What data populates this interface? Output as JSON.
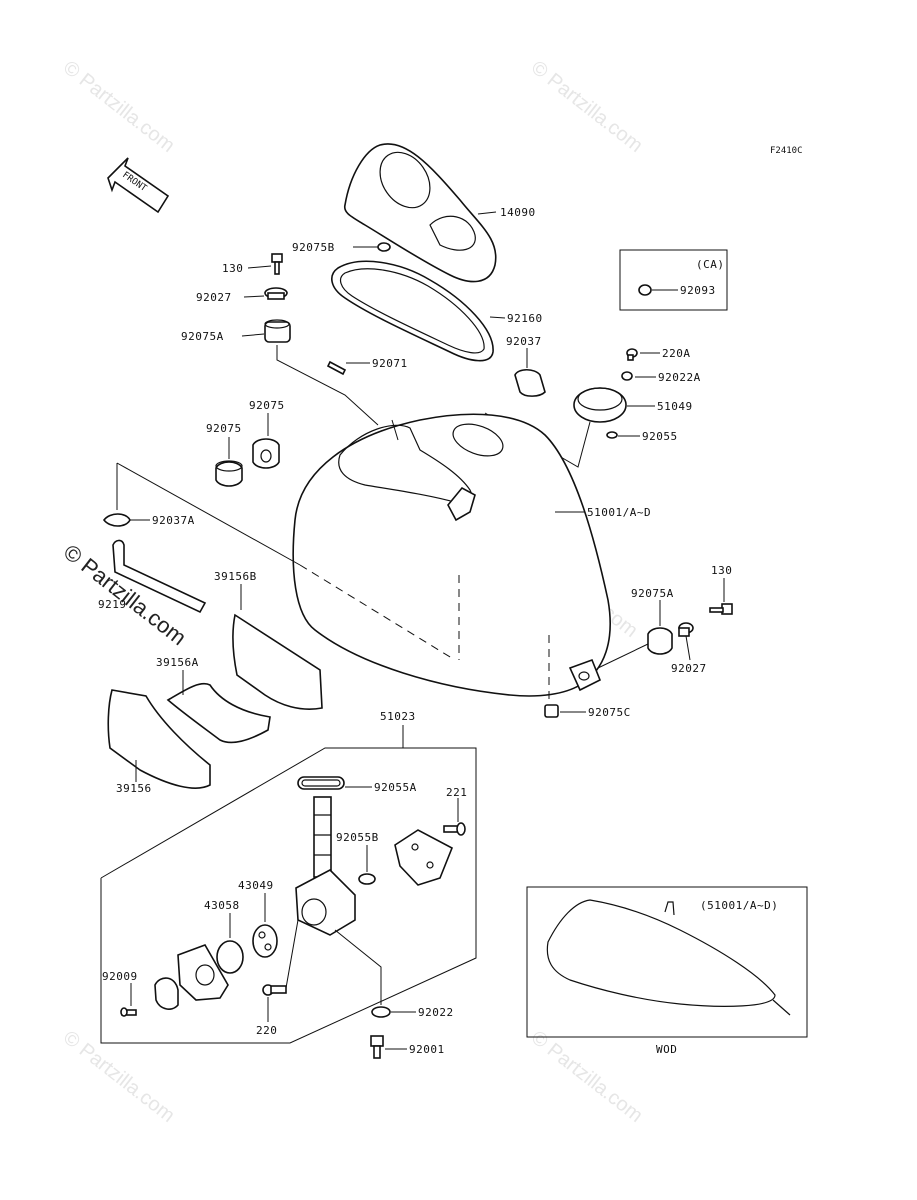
{
  "figure_code": "F2410C",
  "front_label": "FRONT",
  "watermark": "© Partzilla.com",
  "part_labels": {
    "p14090": "14090",
    "p92075B": "92075B",
    "p130_top": "130",
    "p92027_top": "92027",
    "p92075A_top": "92075A",
    "p92160": "92160",
    "p92037": "92037",
    "p92071": "92071",
    "p220A": "220A",
    "p92022A": "92022A",
    "p51049": "51049",
    "p92055": "92055",
    "p92075_1": "92075",
    "p92075_2": "92075",
    "p92037A": "92037A",
    "p51001": "51001/A~D",
    "p9219": "9219",
    "p39156B": "39156B",
    "p39156A": "39156A",
    "p39156": "39156",
    "p92075A_right": "92075A",
    "p130_right": "130",
    "p92027_right": "92027",
    "p92075C": "92075C",
    "p51023": "51023",
    "p92055A": "92055A",
    "p221": "221",
    "p92055B": "92055B",
    "p43049": "43049",
    "p43058": "43058",
    "p92009": "92009",
    "p220": "220",
    "p92022": "92022",
    "p92001": "92001"
  },
  "ca_box": {
    "title": "(CA)",
    "part": "92093"
  },
  "wod_box": {
    "title": "(51001/A~D)",
    "caption": "WOD"
  }
}
